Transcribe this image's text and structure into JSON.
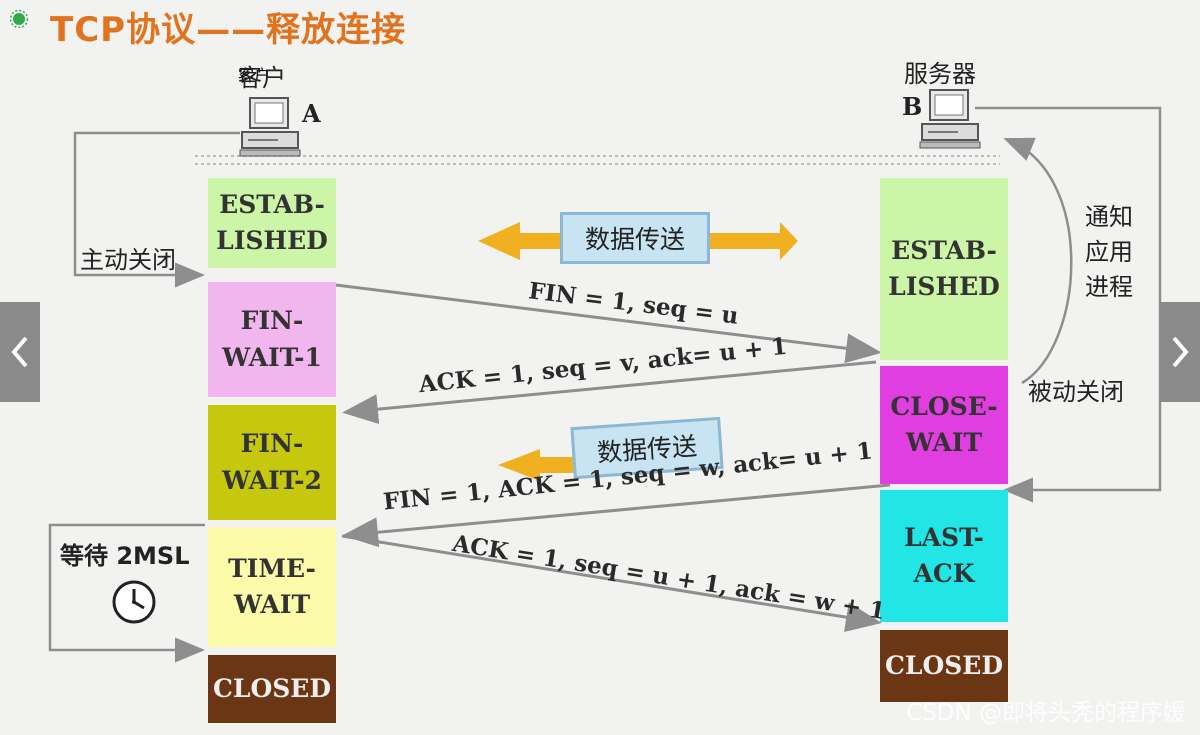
{
  "title": "TCP协议——释放连接",
  "client": {
    "label": "客户",
    "letter": "A"
  },
  "server": {
    "label": "服务器",
    "letter": "B"
  },
  "client_states": [
    "ESTAB-\nLISHED",
    "FIN-\nWAIT-1",
    "FIN-\nWAIT-2",
    "TIME-\nWAIT",
    "CLOSED"
  ],
  "server_states": [
    "ESTAB-\nLISHED",
    "CLOSE-\nWAIT",
    "LAST-\nACK",
    "CLOSED"
  ],
  "messages": {
    "fin1": "FIN = 1, seq = u",
    "ack1": "ACK = 1, seq = v, ack= u + 1",
    "fin2": "FIN = 1, ACK = 1, seq = w, ack= u + 1",
    "ack2": "ACK = 1, seq = u + 1, ack = w + 1"
  },
  "data_transfer_label": "数据传送",
  "active_close": "主动关闭",
  "passive_close": "被动关闭",
  "notify_app": "通知\n应用\n进程",
  "wait_2msl": "等待 2MSL",
  "watermark": "CSDN @即将头秃的程序媛",
  "colors": {
    "title": "#e2731e",
    "established": "#ccf5a8",
    "fin_wait_1": "#f2b6ee",
    "fin_wait_2": "#c6c80e",
    "time_wait": "#fbfbaa",
    "closed": "#6b3613",
    "close_wait": "#e03ee0",
    "last_ack": "#22e6e6",
    "arrow_orange": "#f0b020",
    "line_gray": "#8e8e8e"
  }
}
